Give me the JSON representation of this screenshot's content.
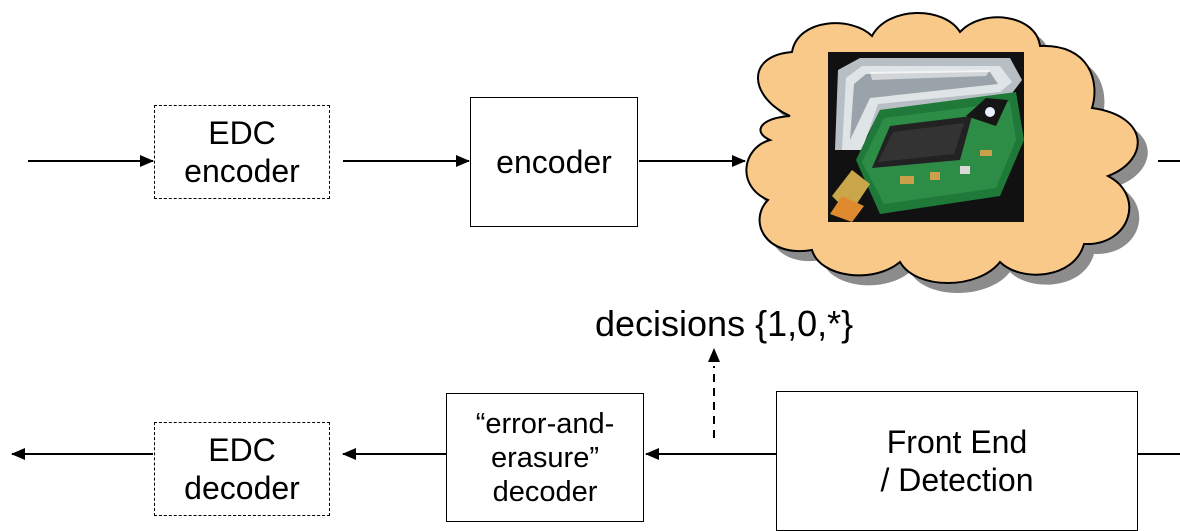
{
  "blocks": {
    "edc_encoder": {
      "line1": "EDC",
      "line2": "encoder"
    },
    "encoder": {
      "label": "encoder"
    },
    "edc_decoder": {
      "line1": "EDC",
      "line2": "decoder"
    },
    "ee_decoder": {
      "line1": "“error-and-",
      "line2": "erasure”",
      "line3": "decoder"
    },
    "front_end": {
      "line1": "Front End",
      "line2": "/ Detection"
    }
  },
  "channel": {
    "image": "flash-memory-photo",
    "cloud_color": "#f9c98a"
  },
  "decisions_label": "decisions {1,0,*}",
  "colors": {
    "line": "#000000",
    "cloud_fill": "#f9c98a",
    "shadow": "#8c8c8c"
  }
}
